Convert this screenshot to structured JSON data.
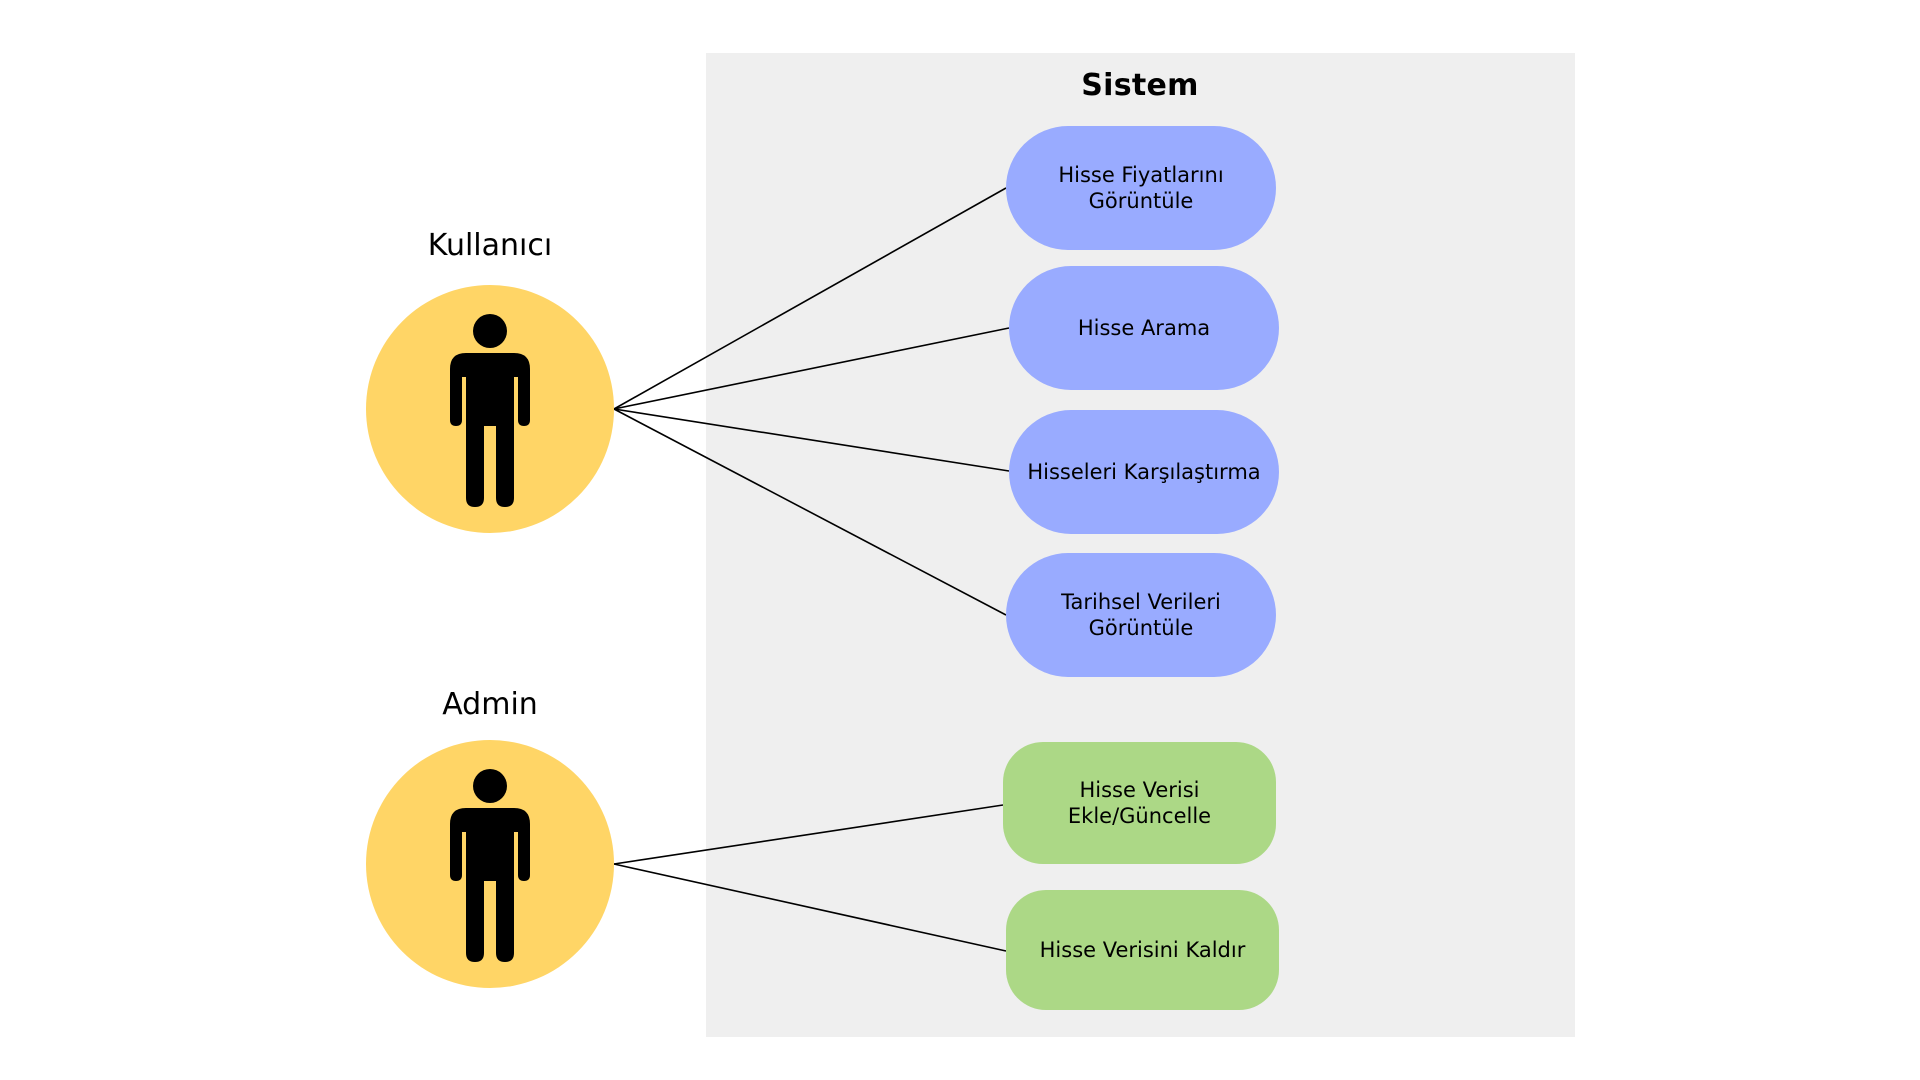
{
  "diagram": {
    "system": {
      "title": "Sistem",
      "background": "#efefef"
    },
    "actors": [
      {
        "label": "Kullanıcı",
        "icon": "person-icon",
        "color": "#ffd566"
      },
      {
        "label": "Admin",
        "icon": "person-icon",
        "color": "#ffd566"
      }
    ],
    "use_cases": [
      {
        "label": "Hisse Fiyatlarını\nGörüntüle",
        "actor": "Kullanıcı",
        "color": "#99abff"
      },
      {
        "label": "Hisse Arama",
        "actor": "Kullanıcı",
        "color": "#99abff"
      },
      {
        "label": "Hisseleri Karşılaştırma",
        "actor": "Kullanıcı",
        "color": "#99abff"
      },
      {
        "label": "Tarihsel Verileri\nGörüntüle",
        "actor": "Kullanıcı",
        "color": "#99abff"
      },
      {
        "label": "Hisse Verisi\nEkle/Güncelle",
        "actor": "Admin",
        "color": "#acd886"
      },
      {
        "label": "Hisse Verisini Kaldır",
        "actor": "Admin",
        "color": "#acd886"
      }
    ]
  }
}
